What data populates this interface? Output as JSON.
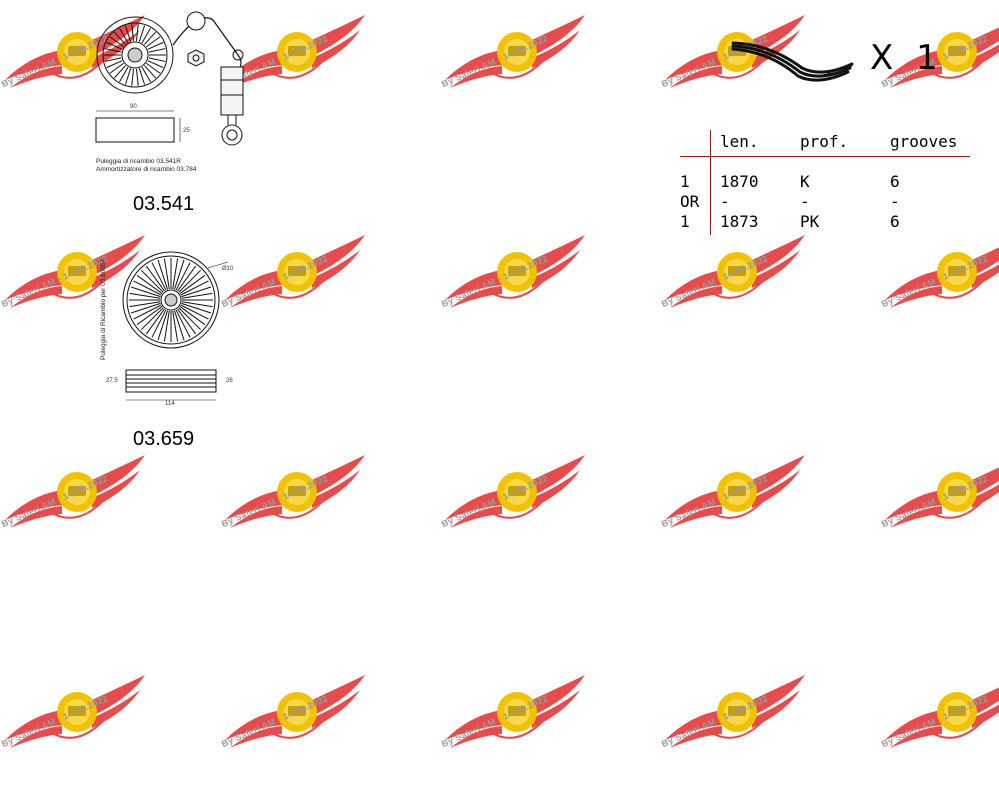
{
  "watermark": {
    "caption": "By Saleri AM - 14.09.2022",
    "badge_text": "AUTOCOMPONENTS SERVICE",
    "wing_color": "#e84b4b",
    "wheel_color": "#f2c200"
  },
  "parts": [
    {
      "code": "03.541",
      "notes": [
        "Puleggia di ricambio 03.541R",
        "Ammortizzatore di ricambio 03.784"
      ],
      "dimensions": {
        "width": "90",
        "height": "25"
      }
    },
    {
      "code": "03.659",
      "vertical_note": "Puleggia di Ricambio per 03.80657",
      "dimensions": {
        "diameter": "Ø10",
        "width": "114",
        "left": "27.5",
        "right": "26"
      }
    }
  ],
  "belt": {
    "quantity": "X 1",
    "icon": "v-ribbed-belt-icon",
    "table": {
      "headers": [
        "",
        "len.",
        "prof.",
        "grooves"
      ],
      "rows": [
        [
          "1",
          "1870",
          "K",
          "6"
        ],
        [
          "OR",
          "-",
          "-",
          "-"
        ],
        [
          "1",
          "1873",
          "PK",
          "6"
        ]
      ]
    }
  },
  "colors": {
    "table_rule": "#8b1a1a",
    "line_art": "#111111"
  }
}
